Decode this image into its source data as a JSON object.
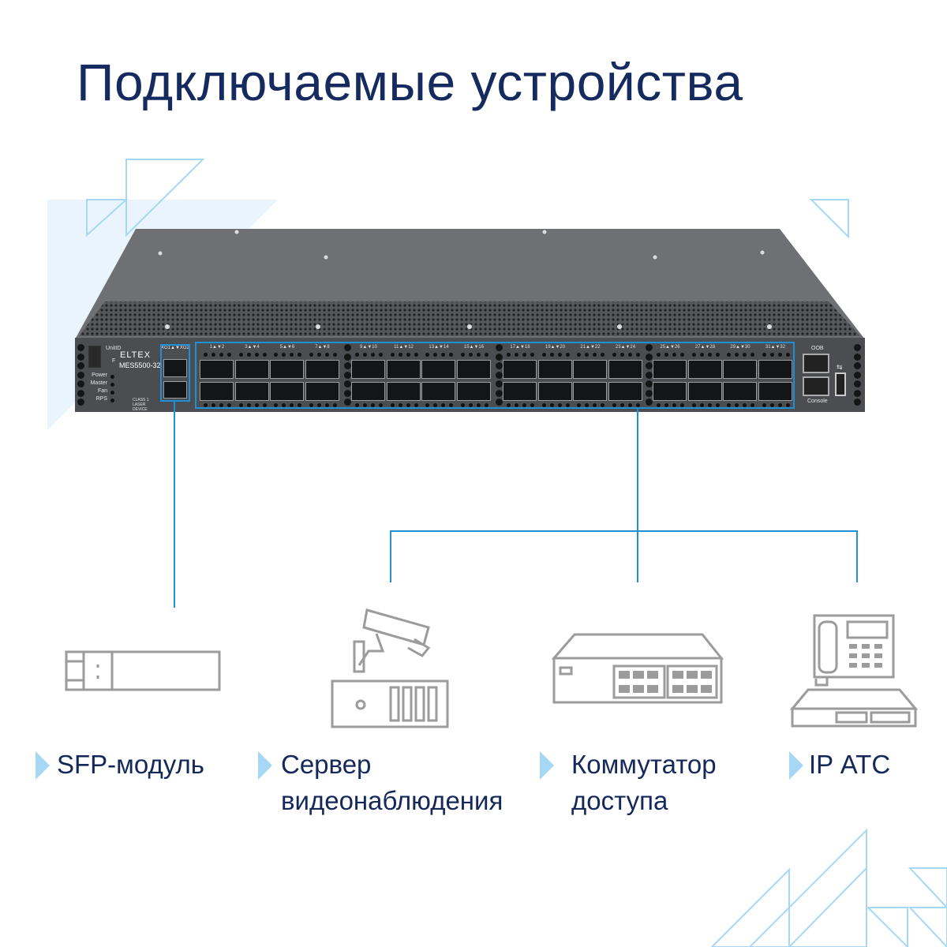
{
  "title": "Подключаемые устройства",
  "colors": {
    "title": "#152a5e",
    "accent": "#1e90d6",
    "arrow": "#a6d8f5",
    "deco": "#a6d8f5"
  },
  "device": {
    "brand": "ELTEX",
    "model": "MES5500-32",
    "unit_id": "UnitID",
    "f_label": "F",
    "leds": [
      "Power",
      "Master",
      "Fan",
      "RPS"
    ],
    "laser": "CLASS 1 LASER DEVICE",
    "sfp_label": "XG1▲▼XG2",
    "oob": "OOB",
    "console": "Console",
    "port_labels": [
      "1▲▼2",
      "3▲▼4",
      "5▲▼6",
      "7▲▼8",
      "9▲▼10",
      "11▲▼12",
      "13▲▼14",
      "15▲▼16",
      "17▲▼18",
      "19▲▼20",
      "21▲▼22",
      "23▲▼24",
      "25▲▼26",
      "27▲▼28",
      "29▲▼30",
      "31▲▼32"
    ]
  },
  "items": [
    {
      "icon": "sfp-module-icon",
      "lines": [
        "SFP-модуль"
      ]
    },
    {
      "icon": "video-server-icon",
      "lines": [
        "Сервер",
        "видеонаблюдения"
      ]
    },
    {
      "icon": "access-switch-icon",
      "lines": [
        "Коммутатор",
        "доступа"
      ]
    },
    {
      "icon": "ip-pbx-icon",
      "lines": [
        "IP АТС"
      ]
    }
  ]
}
